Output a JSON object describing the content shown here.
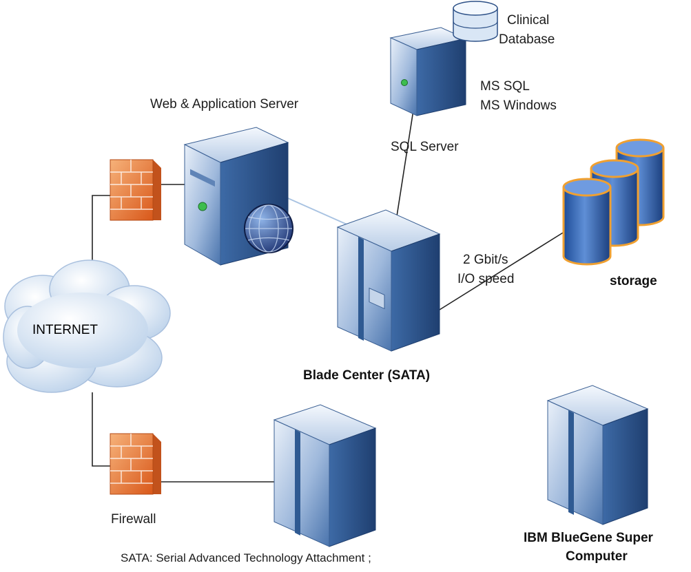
{
  "labels": {
    "clinical_db_line1": "Clinical",
    "clinical_db_line2": "Database",
    "ms_sql": "MS SQL",
    "ms_windows": "MS Windows",
    "web_app_server": "Web & Application Server",
    "sql_server": "SQL Server",
    "io_line1": "2 Gbit/s",
    "io_line2": "I/O speed",
    "storage": "storage",
    "internet": "INTERNET",
    "blade_center": "Blade Center (SATA)",
    "firewall": "Firewall",
    "bluegene_line1": "IBM BlueGene Super",
    "bluegene_line2": "Computer",
    "footnote": "SATA: Serial Advanced Technology Attachment ;"
  },
  "colors": {
    "server_dark": "#2f5a92",
    "server_light": "#dce8f5",
    "firewall": "#e8742c",
    "storage": "#2e62b0",
    "storage_rim": "#f0a030",
    "cloud": "#cfe0f2"
  }
}
